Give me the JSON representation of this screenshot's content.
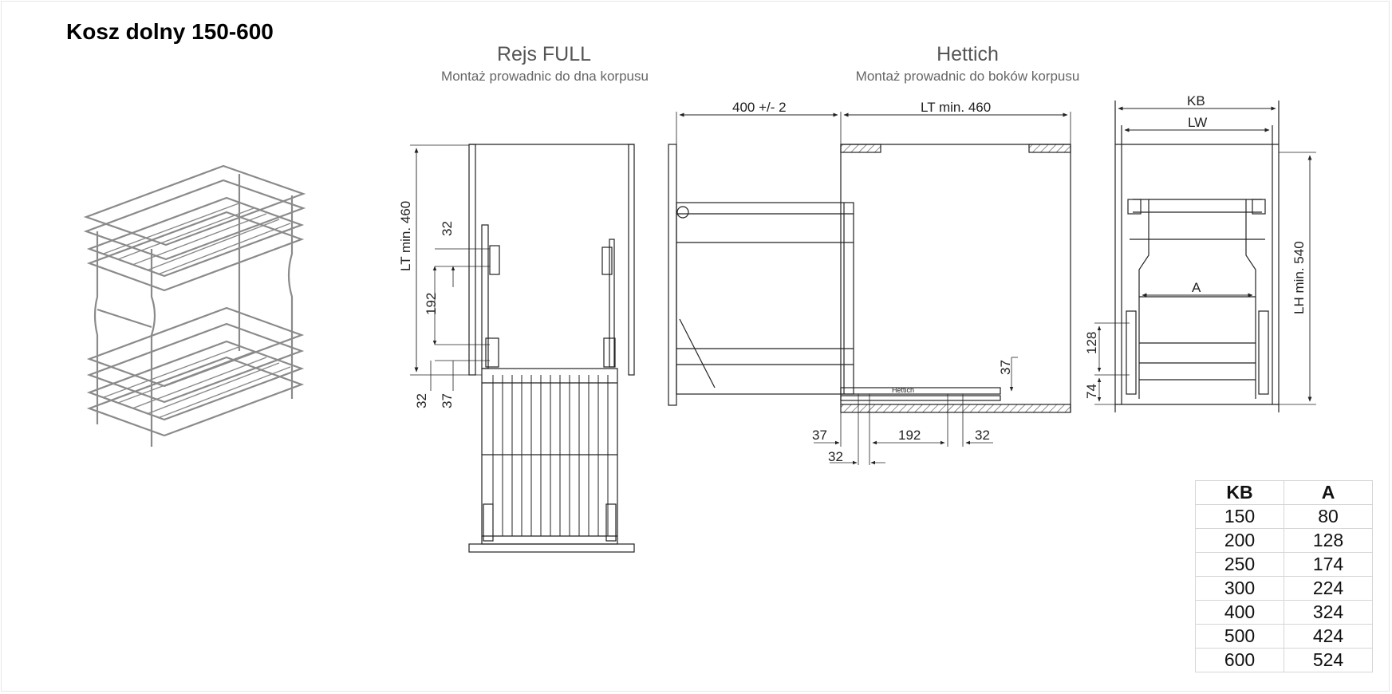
{
  "title": "Kosz dolny 150-600",
  "sections": [
    {
      "name": "Rejs FULL",
      "subtitle": "Montaż prowadnic do dna korpusu"
    },
    {
      "name": "Hettich",
      "subtitle": "Montaż prowadnic do boków korpusu"
    }
  ],
  "dimensions": {
    "rejs": {
      "lt": "LT min. 460",
      "d32_top": "32",
      "d192": "192",
      "d32_bottom": "32",
      "d37": "37"
    },
    "hettich": {
      "d400": "400 +/- 2",
      "lt": "LT min. 460",
      "d37_vertical": "37",
      "d37": "37",
      "d192": "192",
      "d32_right": "32",
      "d32_bottom": "32",
      "slide_brand": "Hettich"
    },
    "front": {
      "kb": "KB",
      "lw": "LW",
      "a": "A",
      "lh": "LH min. 540",
      "d128": "128",
      "d74": "74"
    }
  },
  "table": {
    "headers": [
      "KB",
      "A"
    ],
    "rows": [
      [
        "150",
        "80"
      ],
      [
        "200",
        "128"
      ],
      [
        "250",
        "174"
      ],
      [
        "300",
        "224"
      ],
      [
        "400",
        "324"
      ],
      [
        "500",
        "424"
      ],
      [
        "600",
        "524"
      ]
    ]
  }
}
